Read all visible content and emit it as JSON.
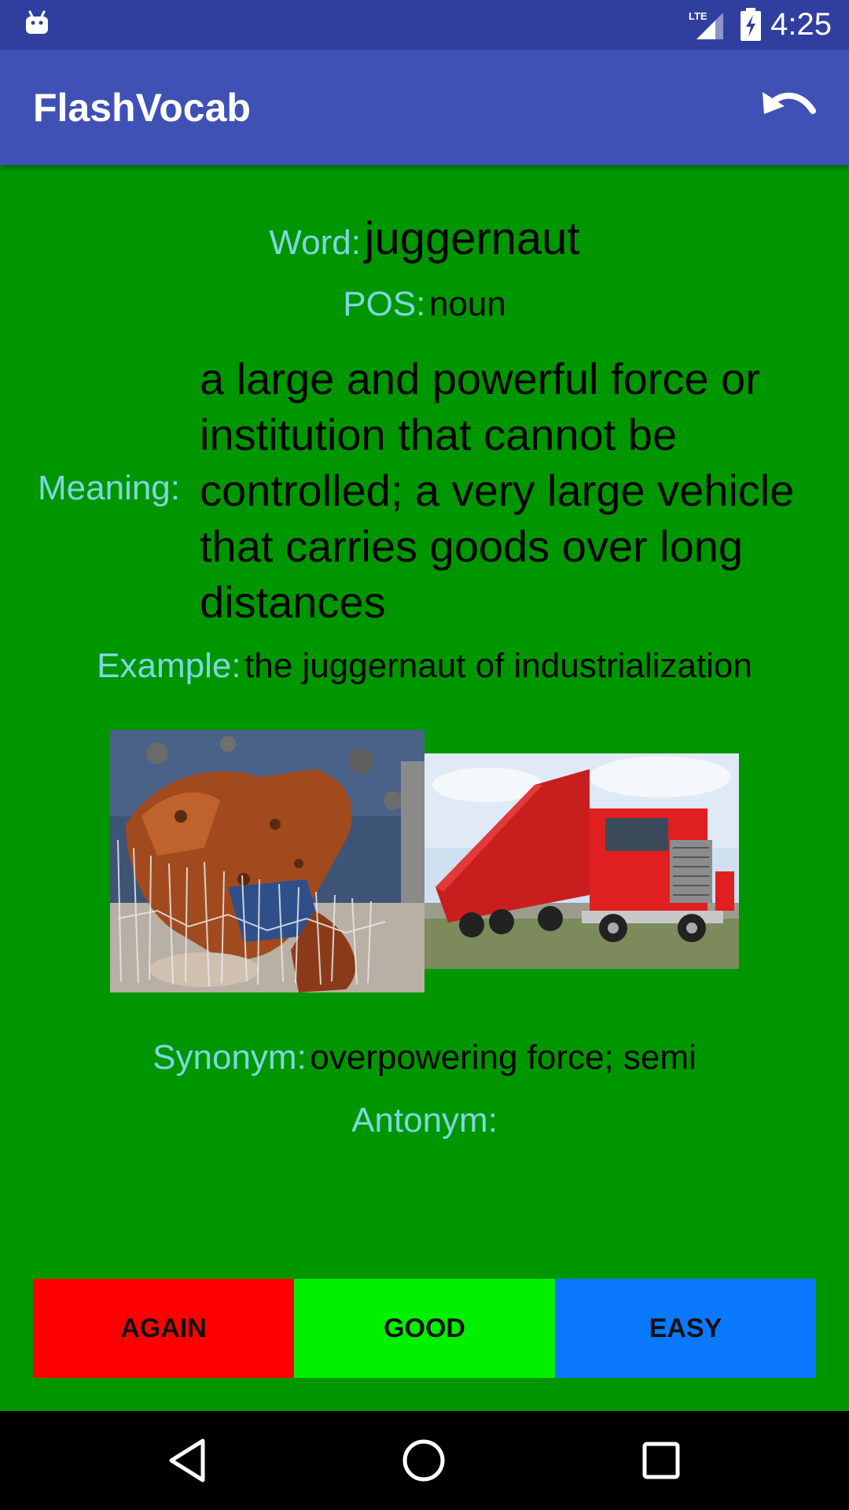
{
  "status_bar": {
    "network": "LTE",
    "time": "4:25"
  },
  "app_bar": {
    "title": "FlashVocab",
    "undo_icon": "undo-icon"
  },
  "card": {
    "word_label": "Word:",
    "word": "juggernaut",
    "pos_label": "POS:",
    "pos": "noun",
    "meaning_label": "Meaning:",
    "meaning": "a large and powerful force or institution that cannot be controlled; a very large vehicle that carries goods over long distances",
    "example_label": "Example:",
    "example": "the juggernaut of industrialization",
    "synonym_label": "Synonym:",
    "synonym": "overpowering force; semi",
    "antonym_label": "Antonym:",
    "antonym": ""
  },
  "buttons": {
    "again": "AGAIN",
    "good": "GOOD",
    "easy": "EASY"
  },
  "colors": {
    "status_bar": "#303f9f",
    "app_bar": "#3f51b5",
    "background": "#009600",
    "label": "#7fd6e0",
    "again": "#ff0000",
    "good": "#00f000",
    "easy": "#0a78ff"
  },
  "nav_bar": {
    "back_icon": "back-triangle-icon",
    "home_icon": "home-circle-icon",
    "recents_icon": "recents-square-icon"
  }
}
